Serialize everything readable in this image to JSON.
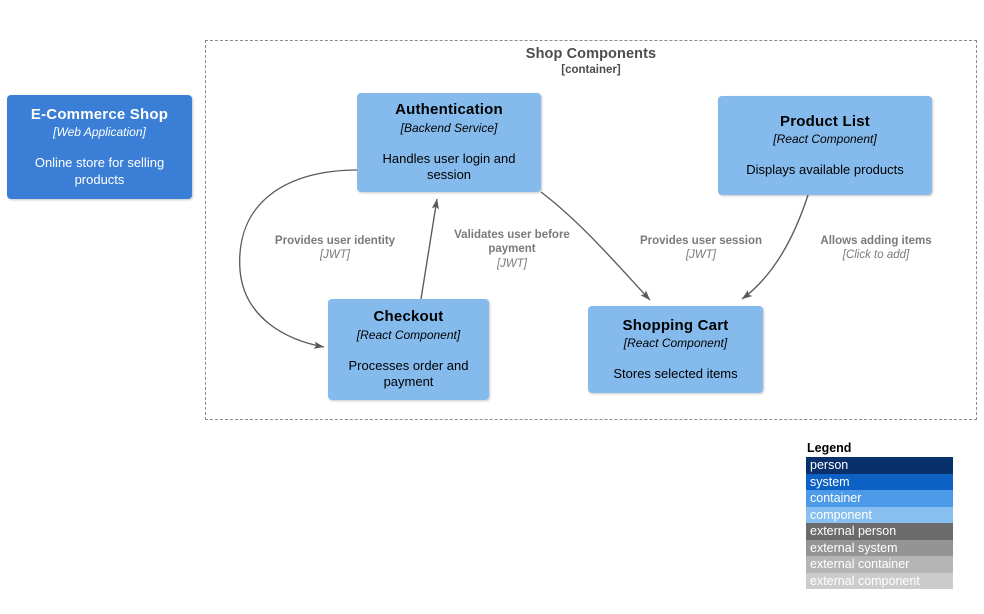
{
  "diagram": {
    "boundary": {
      "title": "Shop Components",
      "subtitle": "[container]"
    },
    "nodes": [
      {
        "id": "ecommerce-shop",
        "title": "E-Commerce Shop",
        "type": "[Web  Application]",
        "description": "Online store for selling products",
        "style": "system",
        "fill": "#3a7fd5",
        "text_color": "#ffffff"
      },
      {
        "id": "authentication",
        "title": "Authentication",
        "type": "[Backend Service]",
        "description": "Handles user login and session",
        "style": "component",
        "fill": "#85bbec",
        "text_color": "#000000"
      },
      {
        "id": "product-list",
        "title": "Product List",
        "type": "[React  Component]",
        "description": "Displays available products",
        "style": "component",
        "fill": "#85bbec",
        "text_color": "#000000"
      },
      {
        "id": "checkout",
        "title": "Checkout",
        "type": "[React  Component]",
        "description": "Processes order and payment",
        "style": "component",
        "fill": "#85bbec",
        "text_color": "#000000"
      },
      {
        "id": "shopping-cart",
        "title": "Shopping  Cart",
        "type": "[React  Component]",
        "description": "Stores selected items",
        "style": "component",
        "fill": "#85bbec",
        "text_color": "#000000"
      }
    ],
    "relationships": [
      {
        "id": "identity",
        "from": "authentication",
        "to": "checkout",
        "text": "Provides  user  identity",
        "technology": "[JWT]"
      },
      {
        "id": "validate",
        "from": "checkout",
        "to": "authentication",
        "text": "Validates  user  before payment",
        "technology": "[JWT]"
      },
      {
        "id": "session",
        "from": "authentication",
        "to": "shopping-cart",
        "text": "Provides  user  session",
        "technology": "[JWT]"
      },
      {
        "id": "adding",
        "from": "product-list",
        "to": "shopping-cart",
        "text": "Allows  adding  items",
        "technology": "[Click to add]"
      }
    ]
  },
  "legend": {
    "title": "Legend",
    "rows": [
      {
        "label": "person",
        "color": "#08306b",
        "text_color": "#ffffff"
      },
      {
        "label": "system",
        "color": "#0d61c4",
        "text_color": "#ffffff"
      },
      {
        "label": "container",
        "color": "#4c9ae8",
        "text_color": "#ffffff"
      },
      {
        "label": "component",
        "color": "#87c0f0",
        "text_color": "#ffffff"
      },
      {
        "label": "external person",
        "color": "#6b6b6b",
        "text_color": "#ffffff"
      },
      {
        "label": "external system",
        "color": "#949494",
        "text_color": "#ffffff"
      },
      {
        "label": "external container",
        "color": "#b5b5b5",
        "text_color": "#ffffff"
      },
      {
        "label": "external component",
        "color": "#cccccc",
        "text_color": "#ffffff"
      }
    ]
  }
}
